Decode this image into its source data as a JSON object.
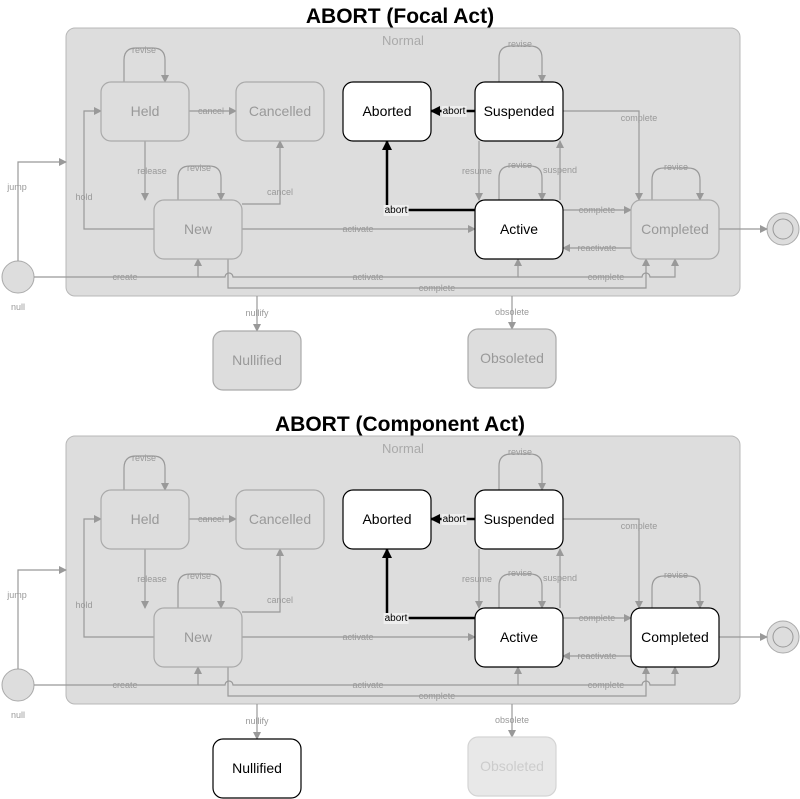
{
  "diagrams": [
    {
      "title": "ABORT (Focal Act)",
      "container_label": "Normal",
      "initial_label": "null",
      "states": [
        {
          "id": "held",
          "label": "Held",
          "status": "inactive"
        },
        {
          "id": "cancelled",
          "label": "Cancelled",
          "status": "inactive"
        },
        {
          "id": "aborted",
          "label": "Aborted",
          "status": "active"
        },
        {
          "id": "suspended",
          "label": "Suspended",
          "status": "active"
        },
        {
          "id": "new",
          "label": "New",
          "status": "inactive"
        },
        {
          "id": "active",
          "label": "Active",
          "status": "active"
        },
        {
          "id": "completed",
          "label": "Completed",
          "status": "inactive"
        },
        {
          "id": "nullified",
          "label": "Nullified",
          "status": "inactive"
        },
        {
          "id": "obsoleted",
          "label": "Obsoleted",
          "status": "inactive"
        }
      ],
      "transitions": [
        {
          "id": "held-revise",
          "label": "revise"
        },
        {
          "id": "held-cancel",
          "label": "cancel"
        },
        {
          "id": "release",
          "label": "release"
        },
        {
          "id": "new-revise",
          "label": "revise"
        },
        {
          "id": "new-cancel",
          "label": "cancel"
        },
        {
          "id": "hold",
          "label": "hold"
        },
        {
          "id": "new-activate",
          "label": "activate"
        },
        {
          "id": "jump",
          "label": "jump"
        },
        {
          "id": "create",
          "label": "create"
        },
        {
          "id": "null-activate",
          "label": "activate"
        },
        {
          "id": "null-complete",
          "label": "complete"
        },
        {
          "id": "new-complete",
          "label": "complete"
        },
        {
          "id": "nullify",
          "label": "nullify"
        },
        {
          "id": "obsolete",
          "label": "obsolete"
        },
        {
          "id": "susp-revise",
          "label": "revise"
        },
        {
          "id": "susp-complete",
          "label": "complete"
        },
        {
          "id": "resume",
          "label": "resume"
        },
        {
          "id": "suspend",
          "label": "suspend"
        },
        {
          "id": "active-revise",
          "label": "revise"
        },
        {
          "id": "active-complete",
          "label": "complete"
        },
        {
          "id": "reactivate",
          "label": "reactivate"
        },
        {
          "id": "comp-revise",
          "label": "revise"
        },
        {
          "id": "final",
          "label": ""
        },
        {
          "id": "active-abort",
          "label": "abort",
          "highlight": true
        },
        {
          "id": "susp-abort",
          "label": "abort",
          "highlight": true
        }
      ]
    },
    {
      "title": "ABORT (Component Act)",
      "container_label": "Normal",
      "initial_label": "null",
      "states": [
        {
          "id": "held",
          "label": "Held",
          "status": "inactive"
        },
        {
          "id": "cancelled",
          "label": "Cancelled",
          "status": "inactive"
        },
        {
          "id": "aborted",
          "label": "Aborted",
          "status": "active"
        },
        {
          "id": "suspended",
          "label": "Suspended",
          "status": "active"
        },
        {
          "id": "new",
          "label": "New",
          "status": "inactive"
        },
        {
          "id": "active",
          "label": "Active",
          "status": "active"
        },
        {
          "id": "completed",
          "label": "Completed",
          "status": "active"
        },
        {
          "id": "nullified",
          "label": "Nullified",
          "status": "active"
        },
        {
          "id": "obsoleted",
          "label": "Obsoleted",
          "status": "faded"
        }
      ],
      "transitions": [
        {
          "id": "held-revise",
          "label": "revise"
        },
        {
          "id": "held-cancel",
          "label": "cancel"
        },
        {
          "id": "release",
          "label": "release"
        },
        {
          "id": "new-revise",
          "label": "revise"
        },
        {
          "id": "new-cancel",
          "label": "cancel"
        },
        {
          "id": "hold",
          "label": "hold"
        },
        {
          "id": "new-activate",
          "label": "activate"
        },
        {
          "id": "jump",
          "label": "jump"
        },
        {
          "id": "create",
          "label": "create"
        },
        {
          "id": "null-activate",
          "label": "activate"
        },
        {
          "id": "null-complete",
          "label": "complete"
        },
        {
          "id": "new-complete",
          "label": "complete"
        },
        {
          "id": "nullify",
          "label": "nullify"
        },
        {
          "id": "obsolete",
          "label": "obsolete"
        },
        {
          "id": "susp-revise",
          "label": "revise"
        },
        {
          "id": "susp-complete",
          "label": "complete"
        },
        {
          "id": "resume",
          "label": "resume"
        },
        {
          "id": "suspend",
          "label": "suspend"
        },
        {
          "id": "active-revise",
          "label": "revise"
        },
        {
          "id": "active-complete",
          "label": "complete"
        },
        {
          "id": "reactivate",
          "label": "reactivate"
        },
        {
          "id": "comp-revise",
          "label": "revise"
        },
        {
          "id": "final",
          "label": ""
        },
        {
          "id": "active-abort",
          "label": "abort",
          "highlight": true
        },
        {
          "id": "susp-abort",
          "label": "abort",
          "highlight": true
        }
      ]
    }
  ]
}
